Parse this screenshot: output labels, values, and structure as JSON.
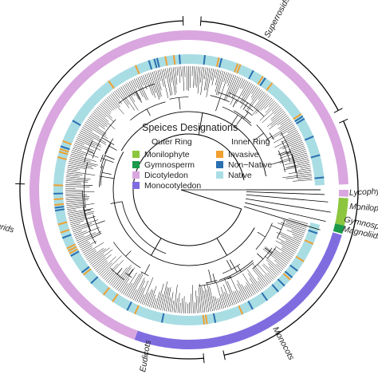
{
  "legend": {
    "title": "Speices Designations",
    "outer_heading": "Outer Ring",
    "inner_heading": "Inner Ring",
    "outer_items": [
      {
        "label": "Monilophyte",
        "color": "#8cc63f"
      },
      {
        "label": "Gymnosperm",
        "color": "#1a9a4a"
      },
      {
        "label": "Dicotyledon",
        "color": "#d9a6df"
      },
      {
        "label": "Monocotyledon",
        "color": "#7f6de0"
      }
    ],
    "inner_items": [
      {
        "label": "Invasive",
        "color": "#f0a030"
      },
      {
        "label": "Non−Native",
        "color": "#2a6fb0"
      },
      {
        "label": "Native",
        "color": "#a9dde4"
      }
    ]
  },
  "clades": {
    "superrosids": "Superrosids",
    "asterids": "Superasterids",
    "monocots": "Monocots",
    "eudicots": "Eudicots",
    "lycophytes": "Lycophytes",
    "monilophytes": "Monilophytes",
    "gymnosperms": "Gymnosperms",
    "magnoliids": "Magnoliids"
  },
  "colors": {
    "outer_dicot": "#d9a6df",
    "outer_monocot": "#7f6de0",
    "outer_monilophyte": "#8cc63f",
    "outer_gymnosperm": "#1a9a4a",
    "inner_native": "#a9dde4",
    "inner_invasive": "#f0a030",
    "inner_nonnative": "#2a6fb0",
    "tree": "#000000",
    "boundary": "#000000"
  }
}
